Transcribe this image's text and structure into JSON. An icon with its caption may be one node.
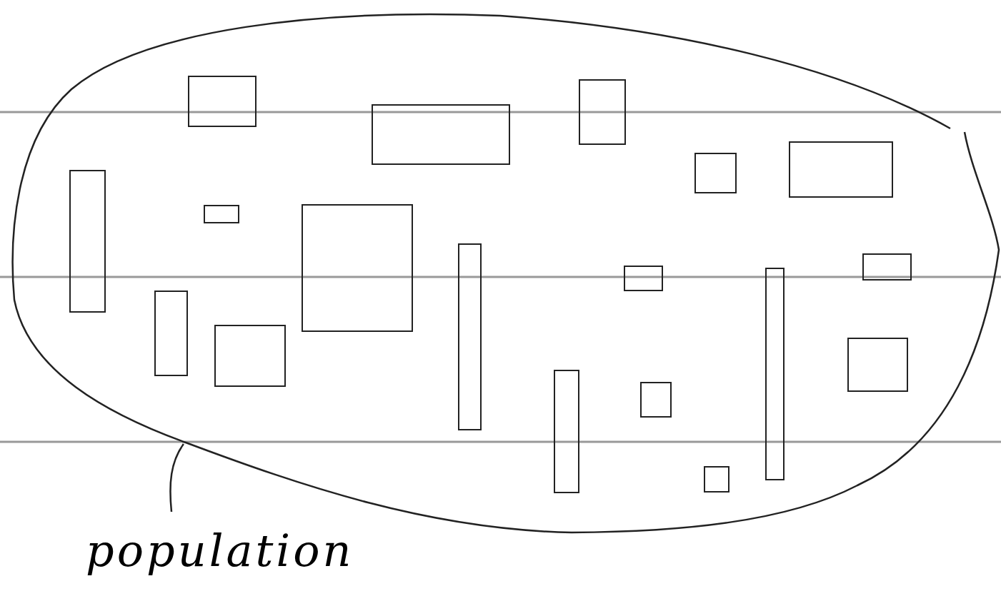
{
  "diagram": {
    "nodes": [
      {
        "text": [],
        "shape": "ellipse"
      },
      {
        "text": [],
        "shape": "box",
        "in": 0
      },
      {
        "text": [],
        "shape": "box",
        "in": 0
      },
      {
        "text": [],
        "shape": "box",
        "in": 0
      },
      {
        "text": [],
        "shape": "box",
        "in": 0
      },
      {
        "text": [],
        "shape": "box",
        "in": 0
      },
      {
        "text": [],
        "shape": "box",
        "in": 0
      },
      {
        "text": [],
        "shape": "box",
        "in": 0
      },
      {
        "text": [],
        "shape": "box",
        "in": 0
      },
      {
        "text": [],
        "shape": "box",
        "in": 0
      },
      {
        "text": [],
        "shape": "box",
        "in": 0
      },
      {
        "text": [],
        "shape": "box",
        "in": 0
      },
      {
        "text": [],
        "shape": "box",
        "in": 0
      },
      {
        "text": [],
        "shape": "box",
        "in": 0
      },
      {
        "text": [],
        "shape": "box",
        "in": 0
      },
      {
        "text": [],
        "shape": "box",
        "in": 0
      },
      {
        "text": [],
        "shape": "box",
        "in": 0
      },
      {
        "text": [],
        "shape": "box",
        "in": 0
      },
      {
        "text": [],
        "shape": "box",
        "in": 0
      },
      {
        "text": [
          "population"
        ]
      }
    ],
    "edges": [
      {
        "from": 19,
        "to": 0,
        "arrow": "none"
      }
    ]
  }
}
